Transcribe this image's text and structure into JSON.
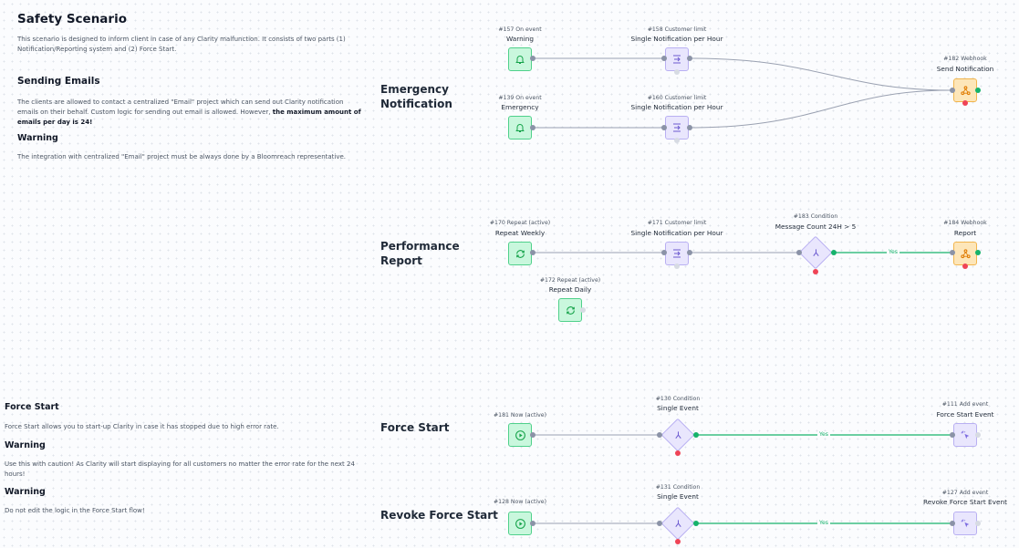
{
  "left": {
    "safety_title": "Safety Scenario",
    "safety_desc": "This scenario is designed to inform client in case of any Clarity malfunction. It consists of two parts (1) Notification/Reporting system and (2) Force Start.",
    "sending_title": "Sending Emails",
    "sending_desc": "The clients are allowed to contact a centralized \"Email\" project which can send out Clarity notification emails on their behalf. Custom logic for sending out email is allowed. However, ",
    "sending_bold": "the maximum amount of emails per day is 24!",
    "warning1_title": "Warning",
    "warning1_desc": "The integration with centralized \"Email\" project must be always done by a Bloomreach representative.",
    "force_title": "Force Start",
    "force_desc": "Force Start allows you to start-up Clarity in case it has stopped due to high error rate.",
    "warning2_title": "Warning",
    "warning2_desc": "Use this with caution! As Clarity will start displaying for all customers no matter the error rate for the next 24 hours!",
    "warning3_title": "Warning",
    "warning3_desc": "Do not edit the logic in the Force Start flow!"
  },
  "flows": {
    "emergency": {
      "title_line1": "Emergency",
      "title_line2": "Notification"
    },
    "performance": {
      "title_line1": "Performance",
      "title_line2": "Report"
    },
    "force": {
      "title": "Force Start"
    },
    "revoke": {
      "title": "Revoke Force Start"
    }
  },
  "nodes": {
    "n157": {
      "meta": "#157 On event",
      "label": "Warning",
      "icon": "bell-icon"
    },
    "n158": {
      "meta": "#158 Customer limit",
      "label": "Single Notification per Hour",
      "icon": "limit-icon"
    },
    "n182": {
      "meta": "#182 Webhook",
      "label": "Send Notification",
      "icon": "webhook-icon"
    },
    "n139": {
      "meta": "#139 On event",
      "label": "Emergency",
      "icon": "bell-icon"
    },
    "n160": {
      "meta": "#160 Customer limit",
      "label": "Single Notification per Hour",
      "icon": "limit-icon"
    },
    "n170": {
      "meta": "#170 Repeat (active)",
      "label": "Repeat Weekly",
      "icon": "repeat-icon"
    },
    "n171": {
      "meta": "#171 Customer limit",
      "label": "Single Notification per Hour",
      "icon": "limit-icon"
    },
    "n183": {
      "meta": "#183 Condition",
      "label": "Message Count 24H > 5",
      "icon": "condition-icon"
    },
    "n184": {
      "meta": "#184 Webhook",
      "label": "Report",
      "icon": "webhook-icon"
    },
    "n172": {
      "meta": "#172 Repeat (active)",
      "label": "Repeat Daily",
      "icon": "repeat-icon"
    },
    "n181": {
      "meta": "#181 Now (active)",
      "icon": "play-icon"
    },
    "n130": {
      "meta": "#130 Condition",
      "label": "Single Event",
      "icon": "condition-icon"
    },
    "n111": {
      "meta": "#111 Add event",
      "label": "Force Start Event",
      "icon": "cursor-click-icon"
    },
    "n128": {
      "meta": "#128 Now (active)",
      "icon": "play-icon"
    },
    "n131": {
      "meta": "#131 Condition",
      "label": "Single Event",
      "icon": "condition-icon"
    },
    "n127": {
      "meta": "#127 Add event",
      "label": "Revoke Force Start Event",
      "icon": "cursor-click-icon"
    }
  },
  "edges": {
    "yes_label": "Yes"
  },
  "colors": {
    "trigger": "#c9f7dd",
    "limit": "#e9e6fd",
    "webhook": "#fde6b9",
    "yes_line": "#16b26b",
    "error_dot": "#ef4456"
  }
}
